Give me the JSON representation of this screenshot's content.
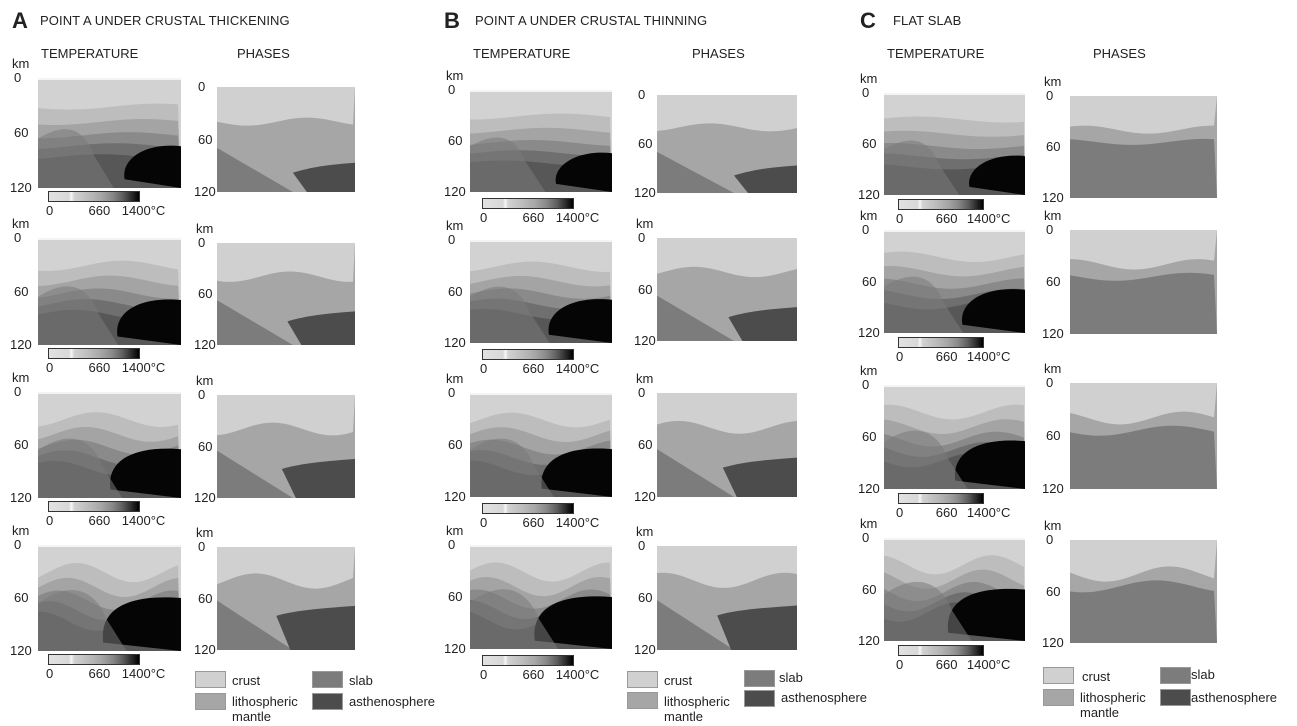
{
  "panels": [
    {
      "letter": "A",
      "title": "POINT A UNDER CRUSTAL THICKENING"
    },
    {
      "letter": "B",
      "title": "POINT A UNDER CRUSTAL THINNING"
    },
    {
      "letter": "C",
      "title": "FLAT SLAB"
    }
  ],
  "column_headers": {
    "temperature": "TEMPERATURE",
    "phases": "PHASES"
  },
  "depth_axis": {
    "unit": "km",
    "ticks": [
      "0",
      "60",
      "120"
    ]
  },
  "colorbar": {
    "ticks": [
      "0",
      "660",
      "1400°C"
    ]
  },
  "legend": {
    "crust": "crust",
    "slab": "slab",
    "lithospheric_mantle_1": "lithospheric",
    "lithospheric_mantle_2": "mantle",
    "asthenosphere": "asthenosphere"
  },
  "colors": {
    "crust": "#d0d0d0",
    "lithospheric_mantle": "#a6a6a6",
    "slab": "#7c7c7c",
    "asthenosphere": "#4c4c4c",
    "hot_core": "#050505"
  }
}
